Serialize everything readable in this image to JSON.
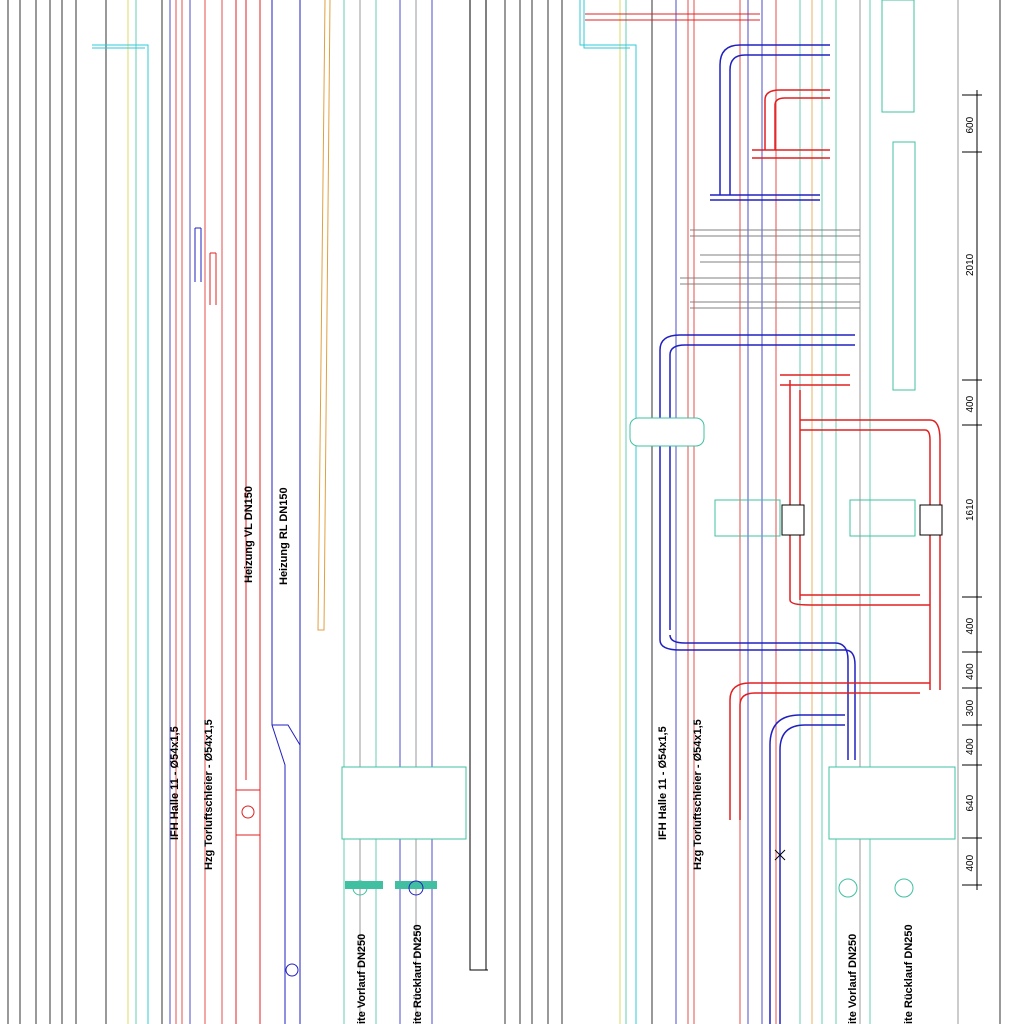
{
  "drawing": {
    "labels": {
      "ifh_left": "IFH Halle 11 - Ø54x1,5",
      "hzg_left": "Hzg Torluftschleier - Ø54x1,5",
      "heizung_vl": "Heizung VL DN150",
      "heizung_rl": "Heizung RL DN150",
      "vorlauf_left": "ite Vorlauf DN250",
      "ruecklauf_left": "ite Rücklauf DN250",
      "ifh_right": "IFH Halle 11 - Ø54x1,5",
      "hzg_right": "Hzg Torluftschleier - Ø54x1,5",
      "vorlauf_right": "ite Vorlauf DN250",
      "ruecklauf_right": "ite Rücklauf DN250"
    },
    "dimensions": [
      "600",
      "2010",
      "400",
      "1610",
      "400",
      "400",
      "300",
      "400",
      "640",
      "400"
    ],
    "colors": {
      "supply": "#e02020",
      "return": "#2020c0",
      "teal": "#40c0a0",
      "cyan": "#30c8d8",
      "yellow": "#d8d040",
      "orange": "#e0a040",
      "grey": "#808080",
      "black": "#000000"
    }
  }
}
